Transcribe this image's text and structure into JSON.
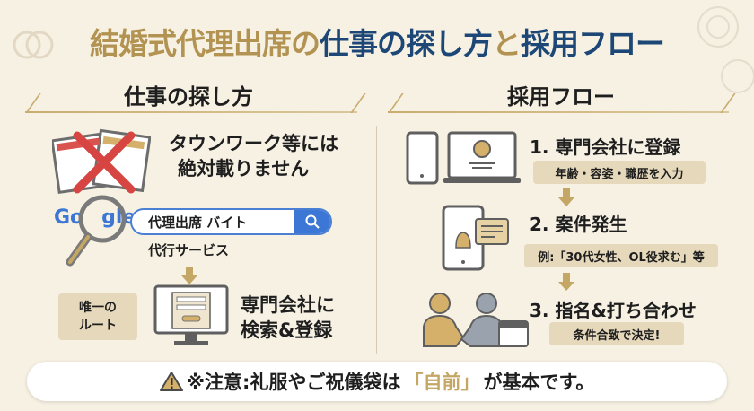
{
  "title": {
    "part1": "結婚式代理出席の",
    "part2": "仕事の探し方",
    "part3": "と",
    "part4": "採用フロー"
  },
  "left": {
    "header": "仕事の探し方",
    "no_listing": [
      "タウンワーク等には",
      "絶対載りません"
    ],
    "google_logo": {
      "a": "Go",
      "b": "gle"
    },
    "search_query": "代理出席 バイト",
    "search_suggest": "代行サービス",
    "only_route": [
      "唯一の",
      "ルート"
    ],
    "register": [
      "専門会社に",
      "検索&登録"
    ]
  },
  "right": {
    "header": "採用フロー",
    "steps": [
      {
        "label": "1. 専門会社に登録",
        "note": "年齢・容姿・職歴を入力"
      },
      {
        "label": "2. 案件発生",
        "note": "例:「30代女性、OL役求む」等"
      },
      {
        "label": "3. 指名&打ち合わせ",
        "note": "条件合致で決定!"
      }
    ]
  },
  "notice": {
    "prefix": "※注意:礼服やご祝儀袋は",
    "highlight": "「自前」",
    "suffix": "が基本です。"
  },
  "colors": {
    "gold": "#b39352",
    "blue": "#1d4776",
    "google_blue": "#3d77d6"
  }
}
